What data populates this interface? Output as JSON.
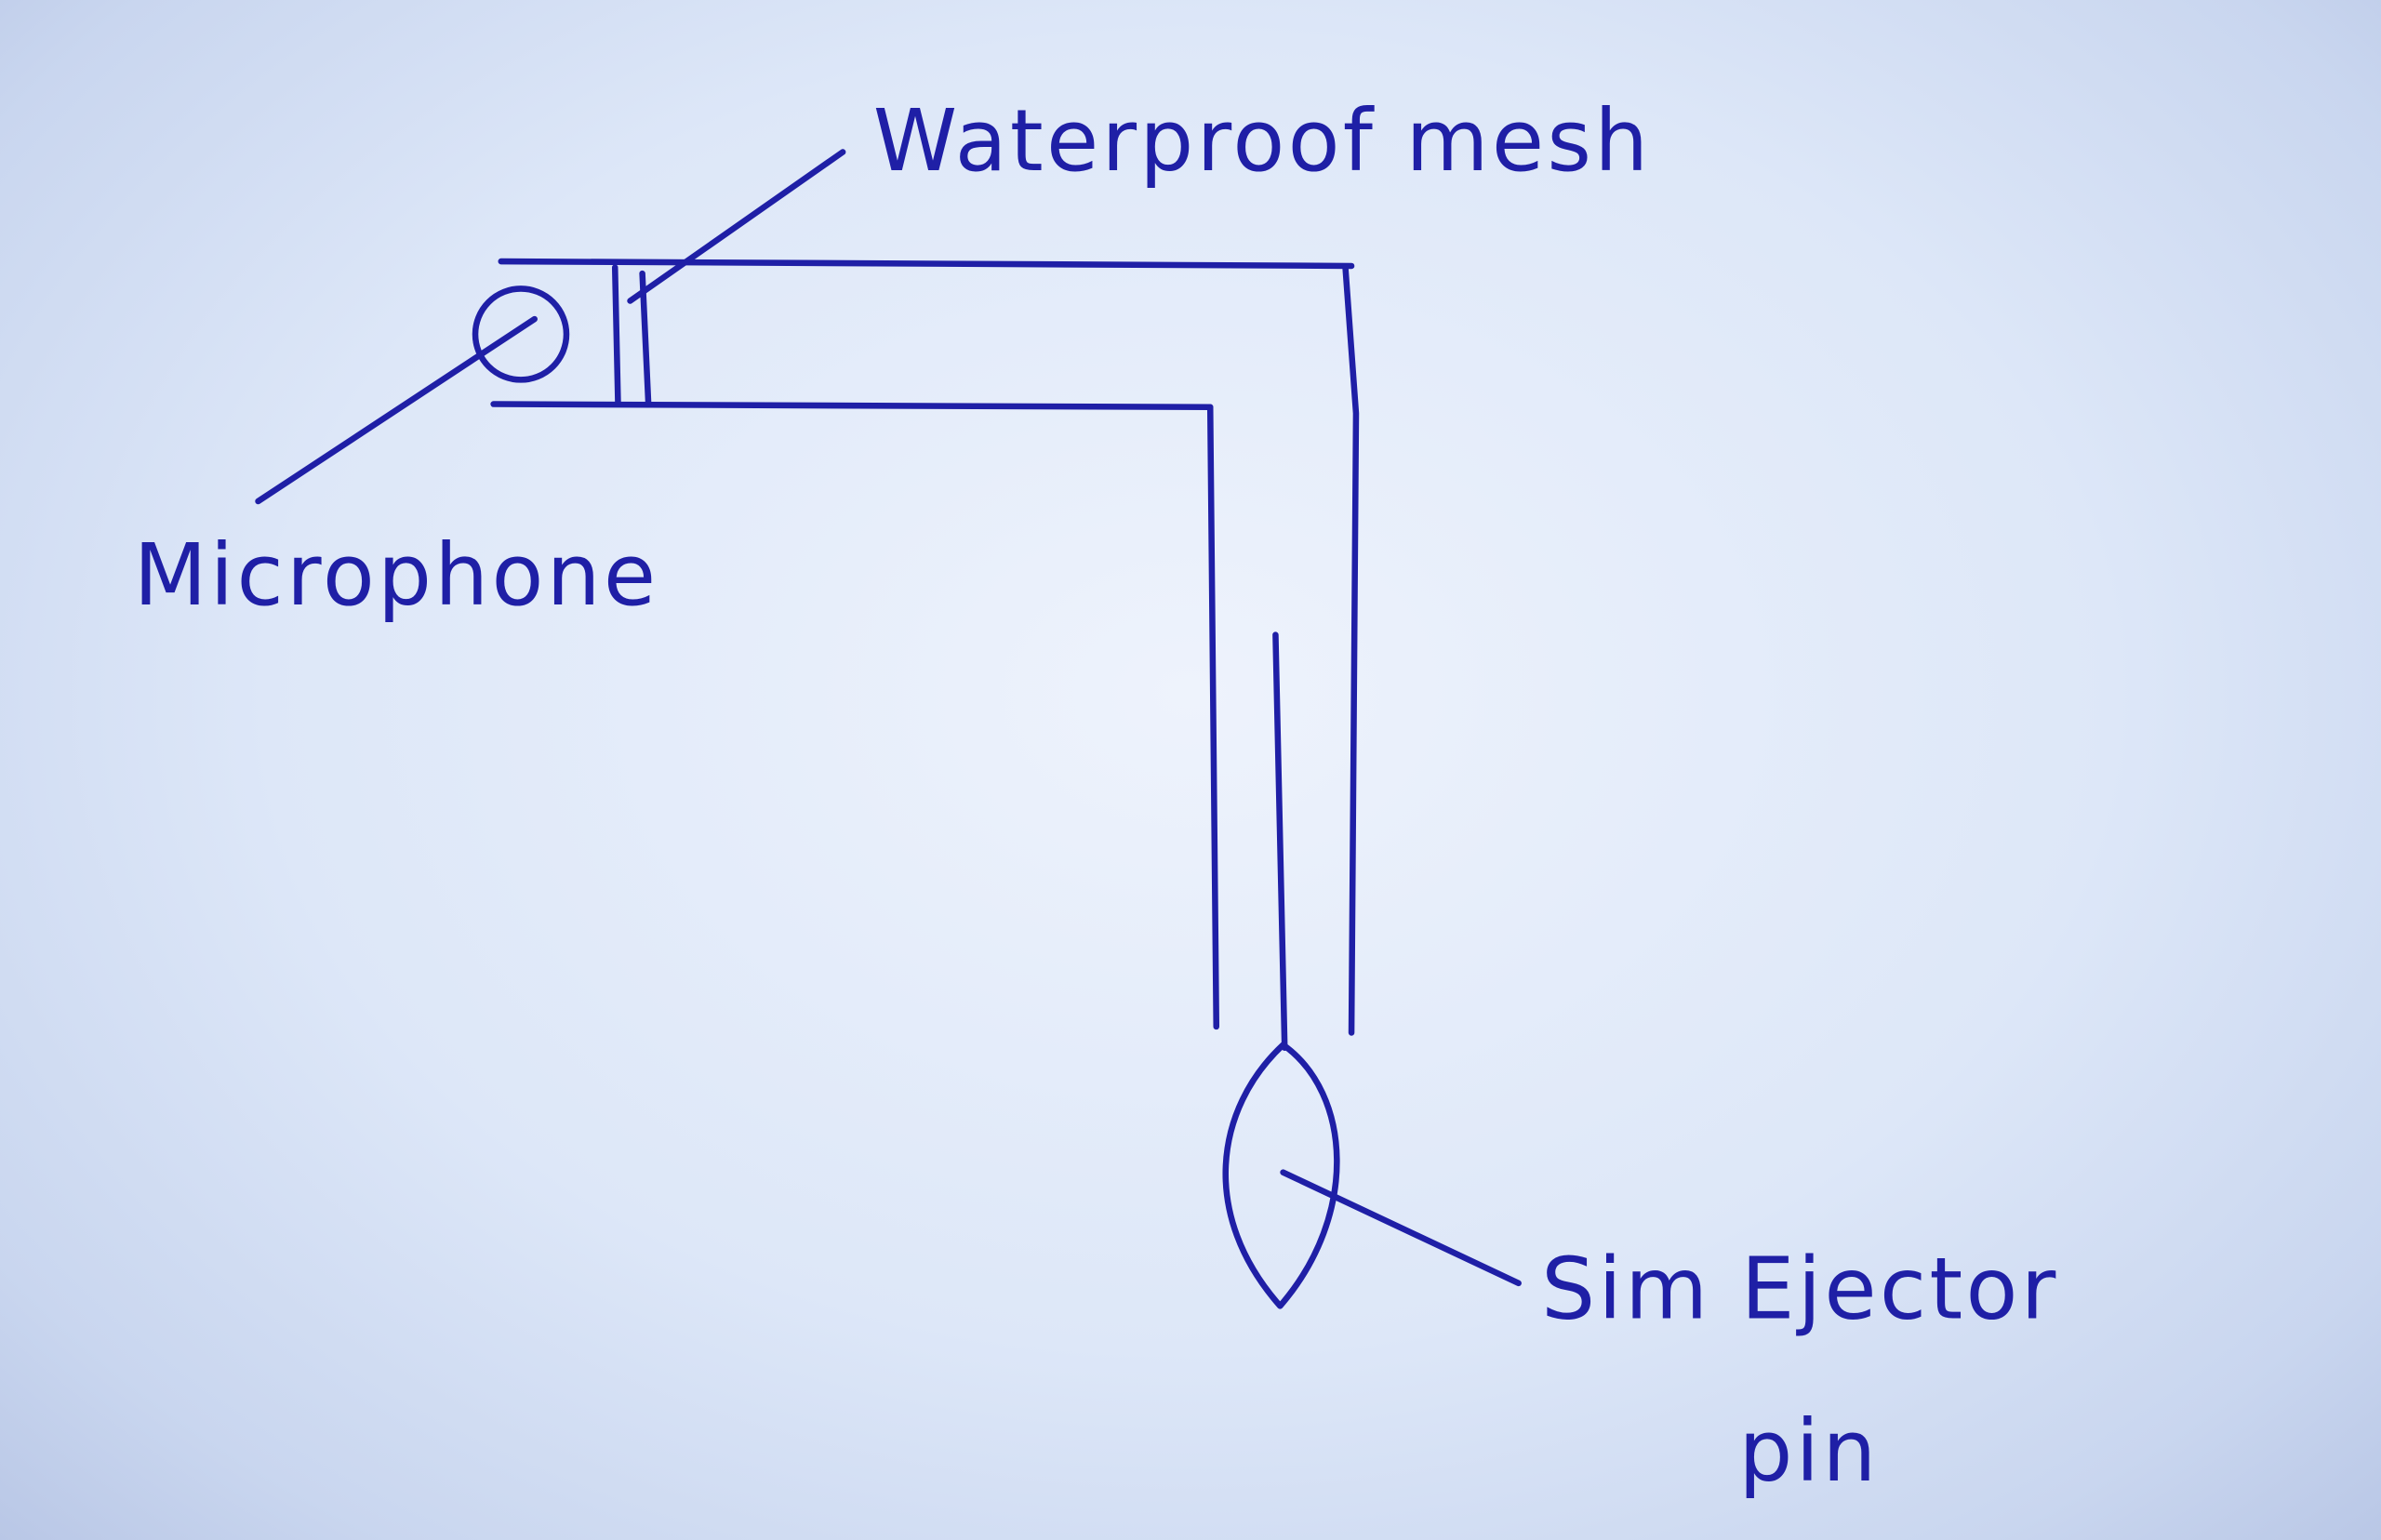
{
  "diagram": {
    "labels": {
      "waterproof_mesh": "Waterproof mesh",
      "microphone": "Microphone",
      "sim_ejector_line1": "Sim Ejector",
      "sim_ejector_line2": "pin"
    },
    "colors": {
      "ink": "#1f1fa6",
      "paper": "#dde7f8"
    }
  }
}
